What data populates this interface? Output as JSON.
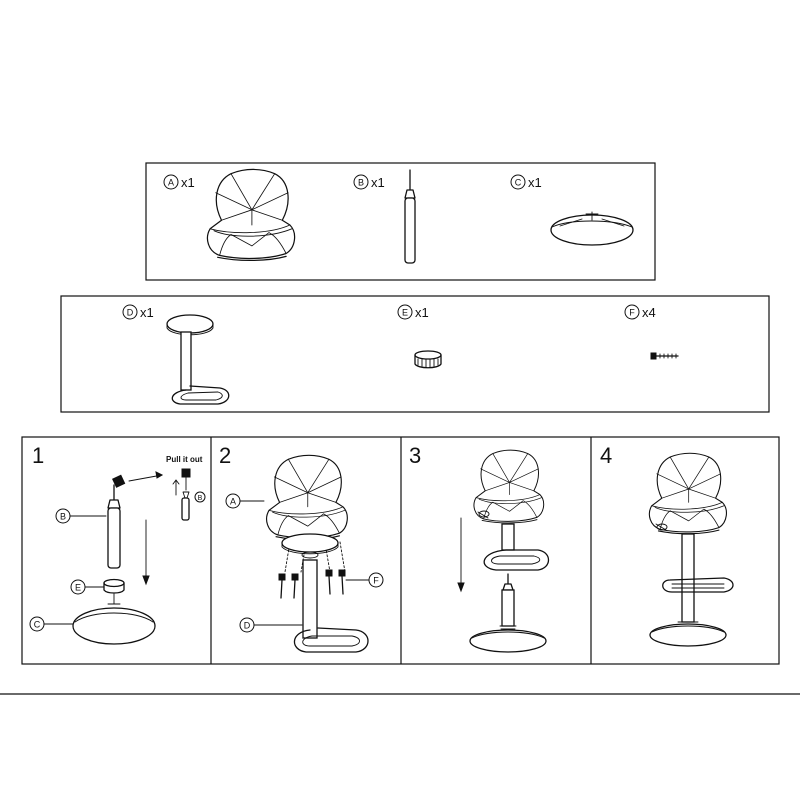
{
  "parts": [
    {
      "letter": "A",
      "qty": "x1"
    },
    {
      "letter": "B",
      "qty": "x1"
    },
    {
      "letter": "C",
      "qty": "x1"
    },
    {
      "letter": "D",
      "qty": "x1"
    },
    {
      "letter": "E",
      "qty": "x1"
    },
    {
      "letter": "F",
      "qty": "x4"
    }
  ],
  "steps": [
    {
      "number": "1"
    },
    {
      "number": "2"
    },
    {
      "number": "3"
    },
    {
      "number": "4"
    }
  ],
  "step1": {
    "pull_note": "Pull it out",
    "labels": [
      "B",
      "E",
      "C",
      "B"
    ]
  },
  "step2": {
    "labels": [
      "A",
      "D",
      "F"
    ]
  },
  "colors": {
    "line": "#111111",
    "background": "#ffffff"
  }
}
